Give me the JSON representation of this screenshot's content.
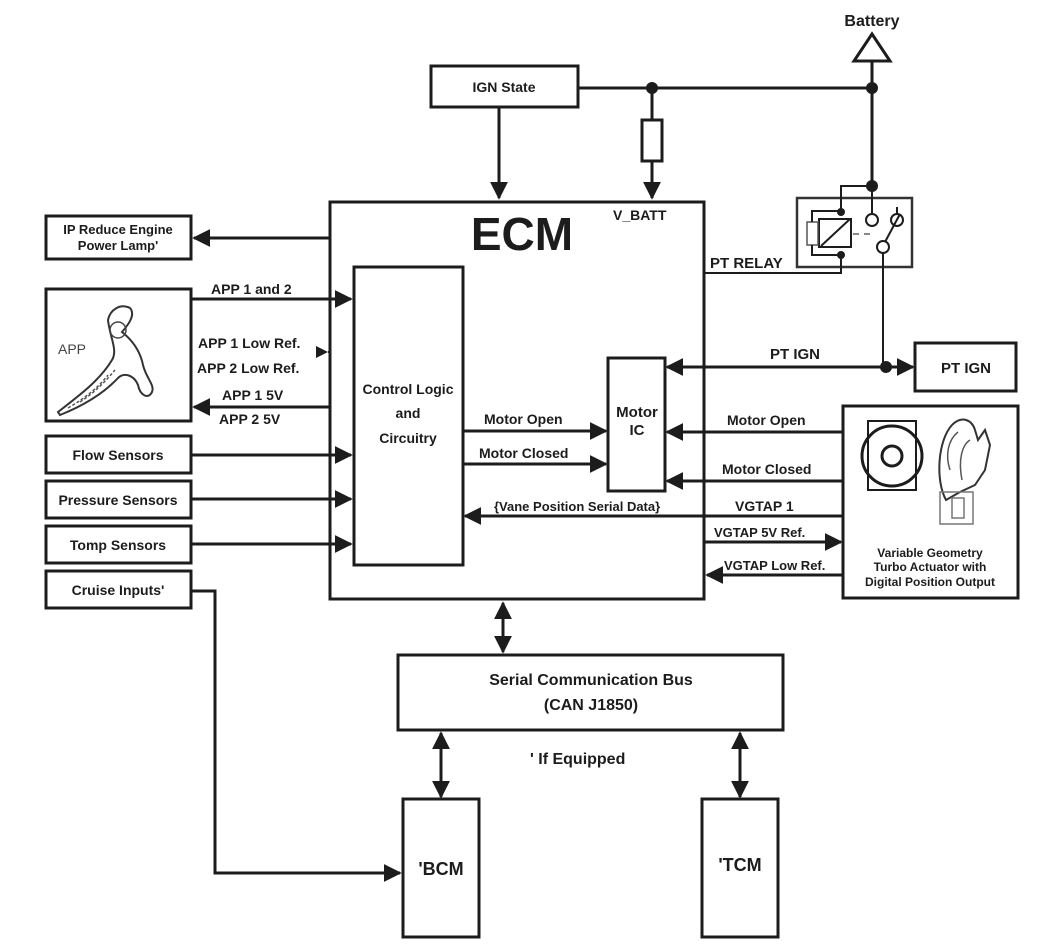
{
  "title": "ECM",
  "power": {
    "battery": "Battery",
    "ign_state": "IGN State",
    "v_batt": "V_BATT",
    "pt_relay": "PT RELAY",
    "pt_ign_signal": "PT IGN",
    "pt_ign_box": "PT IGN"
  },
  "left_modules": {
    "lamp_line1": "IP Reduce Engine",
    "lamp_line2": "Power Lamp'",
    "app_label": "APP",
    "flow": "Flow Sensors",
    "pressure": "Pressure Sensors",
    "temp": "Tomp Sensors",
    "cruise": "Cruise Inputs'"
  },
  "app_signals": {
    "app12": "APP 1 and 2",
    "low1": "APP 1 Low Ref.",
    "low2": "APP 2 Low Ref.",
    "v1": "APP 1 5V",
    "v2": "APP 2 5V"
  },
  "ecm_internal": {
    "control_line1": "Control Logic",
    "control_line2": "and",
    "control_line3": "Circuitry",
    "motor_ic_line1": "Motor",
    "motor_ic_line2": "IC",
    "motor_open": "Motor Open",
    "motor_closed": "Motor Closed",
    "vane_data": "{Vane Position Serial Data}"
  },
  "actuator": {
    "motor_open": "Motor Open",
    "motor_closed": "Motor Closed",
    "vgtap1": "VGTAP 1",
    "vgtap_5v": "VGTAP 5V Ref.",
    "vgtap_low": "VGTAP Low Ref.",
    "label_line1": "Variable Geometry",
    "label_line2": "Turbo Actuator with",
    "label_line3": "Digital Position Output"
  },
  "bus": {
    "line1": "Serial Communication Bus",
    "line2": "(CAN J1850)",
    "note": "' If Equipped",
    "bcm": "'BCM",
    "tcm": "'TCM"
  }
}
